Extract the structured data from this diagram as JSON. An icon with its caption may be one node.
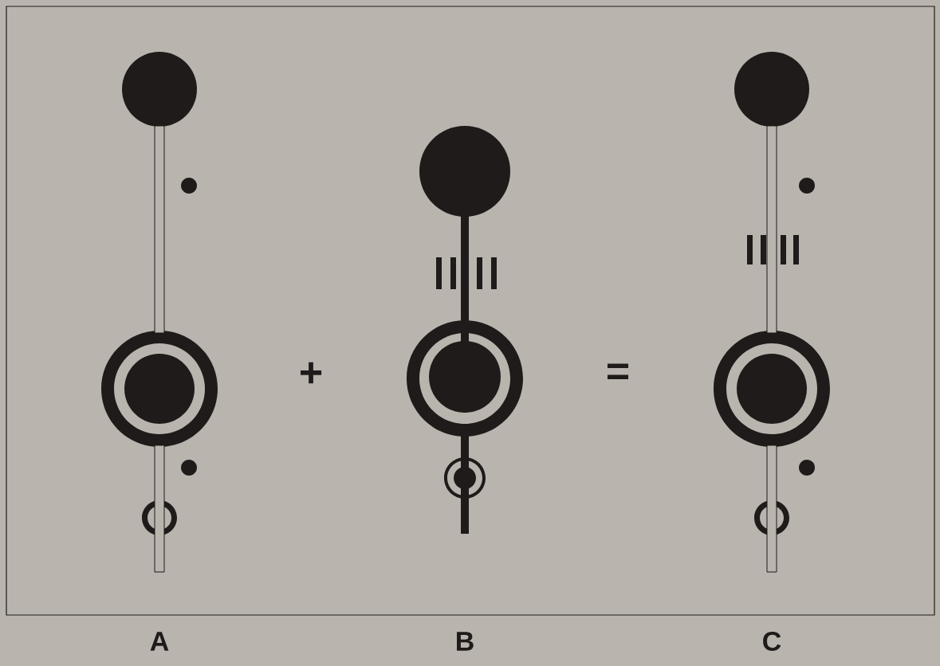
{
  "diagram": {
    "labels": [
      "+",
      "=",
      "A",
      "B",
      "C"
    ]
  }
}
